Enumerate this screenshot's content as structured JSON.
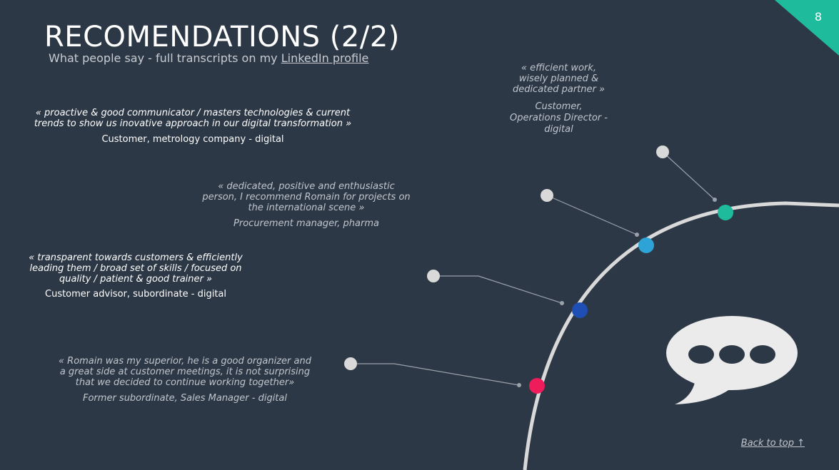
{
  "header": {
    "title": "RECOMENDATIONS (2/2)",
    "subtitle_prefix": "What people say - full transcripts on my ",
    "subtitle_link": "LinkedIn profile",
    "page_number": "8"
  },
  "testimonials": [
    {
      "quote_lines": [
        "« efficient work,",
        "wisely planned &",
        "dedicated partner »"
      ],
      "author_lines": [
        "Customer,",
        "Operations Director -",
        "digital"
      ]
    },
    {
      "quote_lines": [
        "« proactive & good communicator / masters technologies & current",
        "trends to show us inovative approach in our digital transformation »"
      ],
      "author_lines": [
        "Customer, metrology company - digital"
      ]
    },
    {
      "quote_lines": [
        "« dedicated, positive and enthusiastic",
        "person, I recommend Romain for projects on",
        "the international scene »"
      ],
      "author_lines": [
        "Procurement manager, pharma"
      ]
    },
    {
      "quote_lines": [
        "« transparent towards customers & efficiently",
        "leading them / broad set of skills / focused on",
        "quality / patient & good trainer »"
      ],
      "author_lines": [
        "Customer advisor, subordinate - digital"
      ]
    },
    {
      "quote_lines": [
        "« Romain was my superior, he is a good organizer and",
        "a great side at customer meetings, it is not surprising",
        "that we decided to continue working together»"
      ],
      "author_lines": [
        "Former subordinate, Sales Manager - digital"
      ]
    }
  ],
  "colors": {
    "background": "#2d3846",
    "accent_teal": "#1ebc9c",
    "dot_light_blue": "#2ea3d6",
    "dot_dark_blue": "#1f4fb4",
    "dot_red": "#ee1c5a",
    "arc": "#d9d9d9"
  },
  "icons": {
    "speech": "speech-bubble-icon"
  },
  "footer": {
    "back_to_top": "Back to top ↑"
  }
}
